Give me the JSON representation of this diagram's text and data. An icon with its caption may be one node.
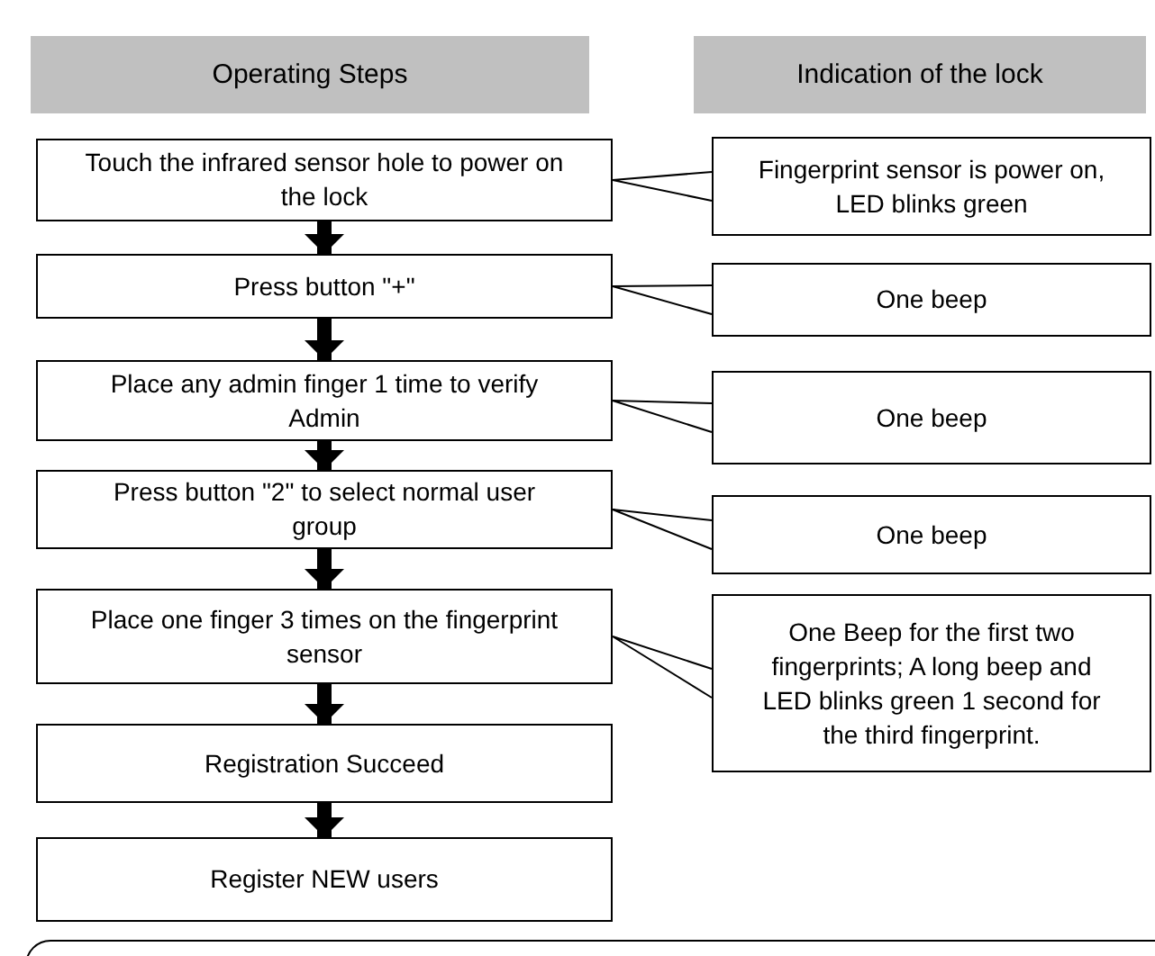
{
  "diagram": {
    "nodes": [
      {
        "text": [
          "Operating Steps"
        ]
      },
      {
        "text": [
          "Indication of the lock"
        ]
      },
      {
        "text": [
          "Touch the infrared sensor hole to power on the lock"
        ]
      },
      {
        "text": [
          "Fingerprint sensor is power on, LED blinks green"
        ]
      },
      {
        "text": [
          "Press button  \"+\""
        ]
      },
      {
        "text": [
          "One beep"
        ]
      },
      {
        "text": [
          "Place any admin finger 1 time to verify Admin"
        ]
      },
      {
        "text": [
          "One beep"
        ]
      },
      {
        "text": [
          "Press button \"2\" to select normal user group"
        ]
      },
      {
        "text": [
          "One beep"
        ]
      },
      {
        "text": [
          "Place one finger 3 times on the fingerprint sensor"
        ]
      },
      {
        "text": [
          "One Beep for the first two fingerprints; A long beep and LED blinks green 1 second for the third fingerprint."
        ]
      },
      {
        "text": [
          "Registration Succeed"
        ]
      },
      {
        "text": [
          "Register NEW users"
        ]
      }
    ],
    "edges": [
      {
        "from": 2,
        "to": 4,
        "arrow": "to"
      },
      {
        "from": 4,
        "to": 6,
        "arrow": "to"
      },
      {
        "from": 6,
        "to": 8,
        "arrow": "to"
      },
      {
        "from": 8,
        "to": 10,
        "arrow": "to"
      },
      {
        "from": 10,
        "to": 12,
        "arrow": "to"
      },
      {
        "from": 12,
        "to": 13,
        "arrow": "to"
      },
      {
        "from": 2,
        "to": 3,
        "arrow": "none"
      },
      {
        "from": 4,
        "to": 5,
        "arrow": "none"
      },
      {
        "from": 6,
        "to": 7,
        "arrow": "none"
      },
      {
        "from": 8,
        "to": 9,
        "arrow": "none"
      },
      {
        "from": 10,
        "to": 11,
        "arrow": "none"
      }
    ]
  }
}
